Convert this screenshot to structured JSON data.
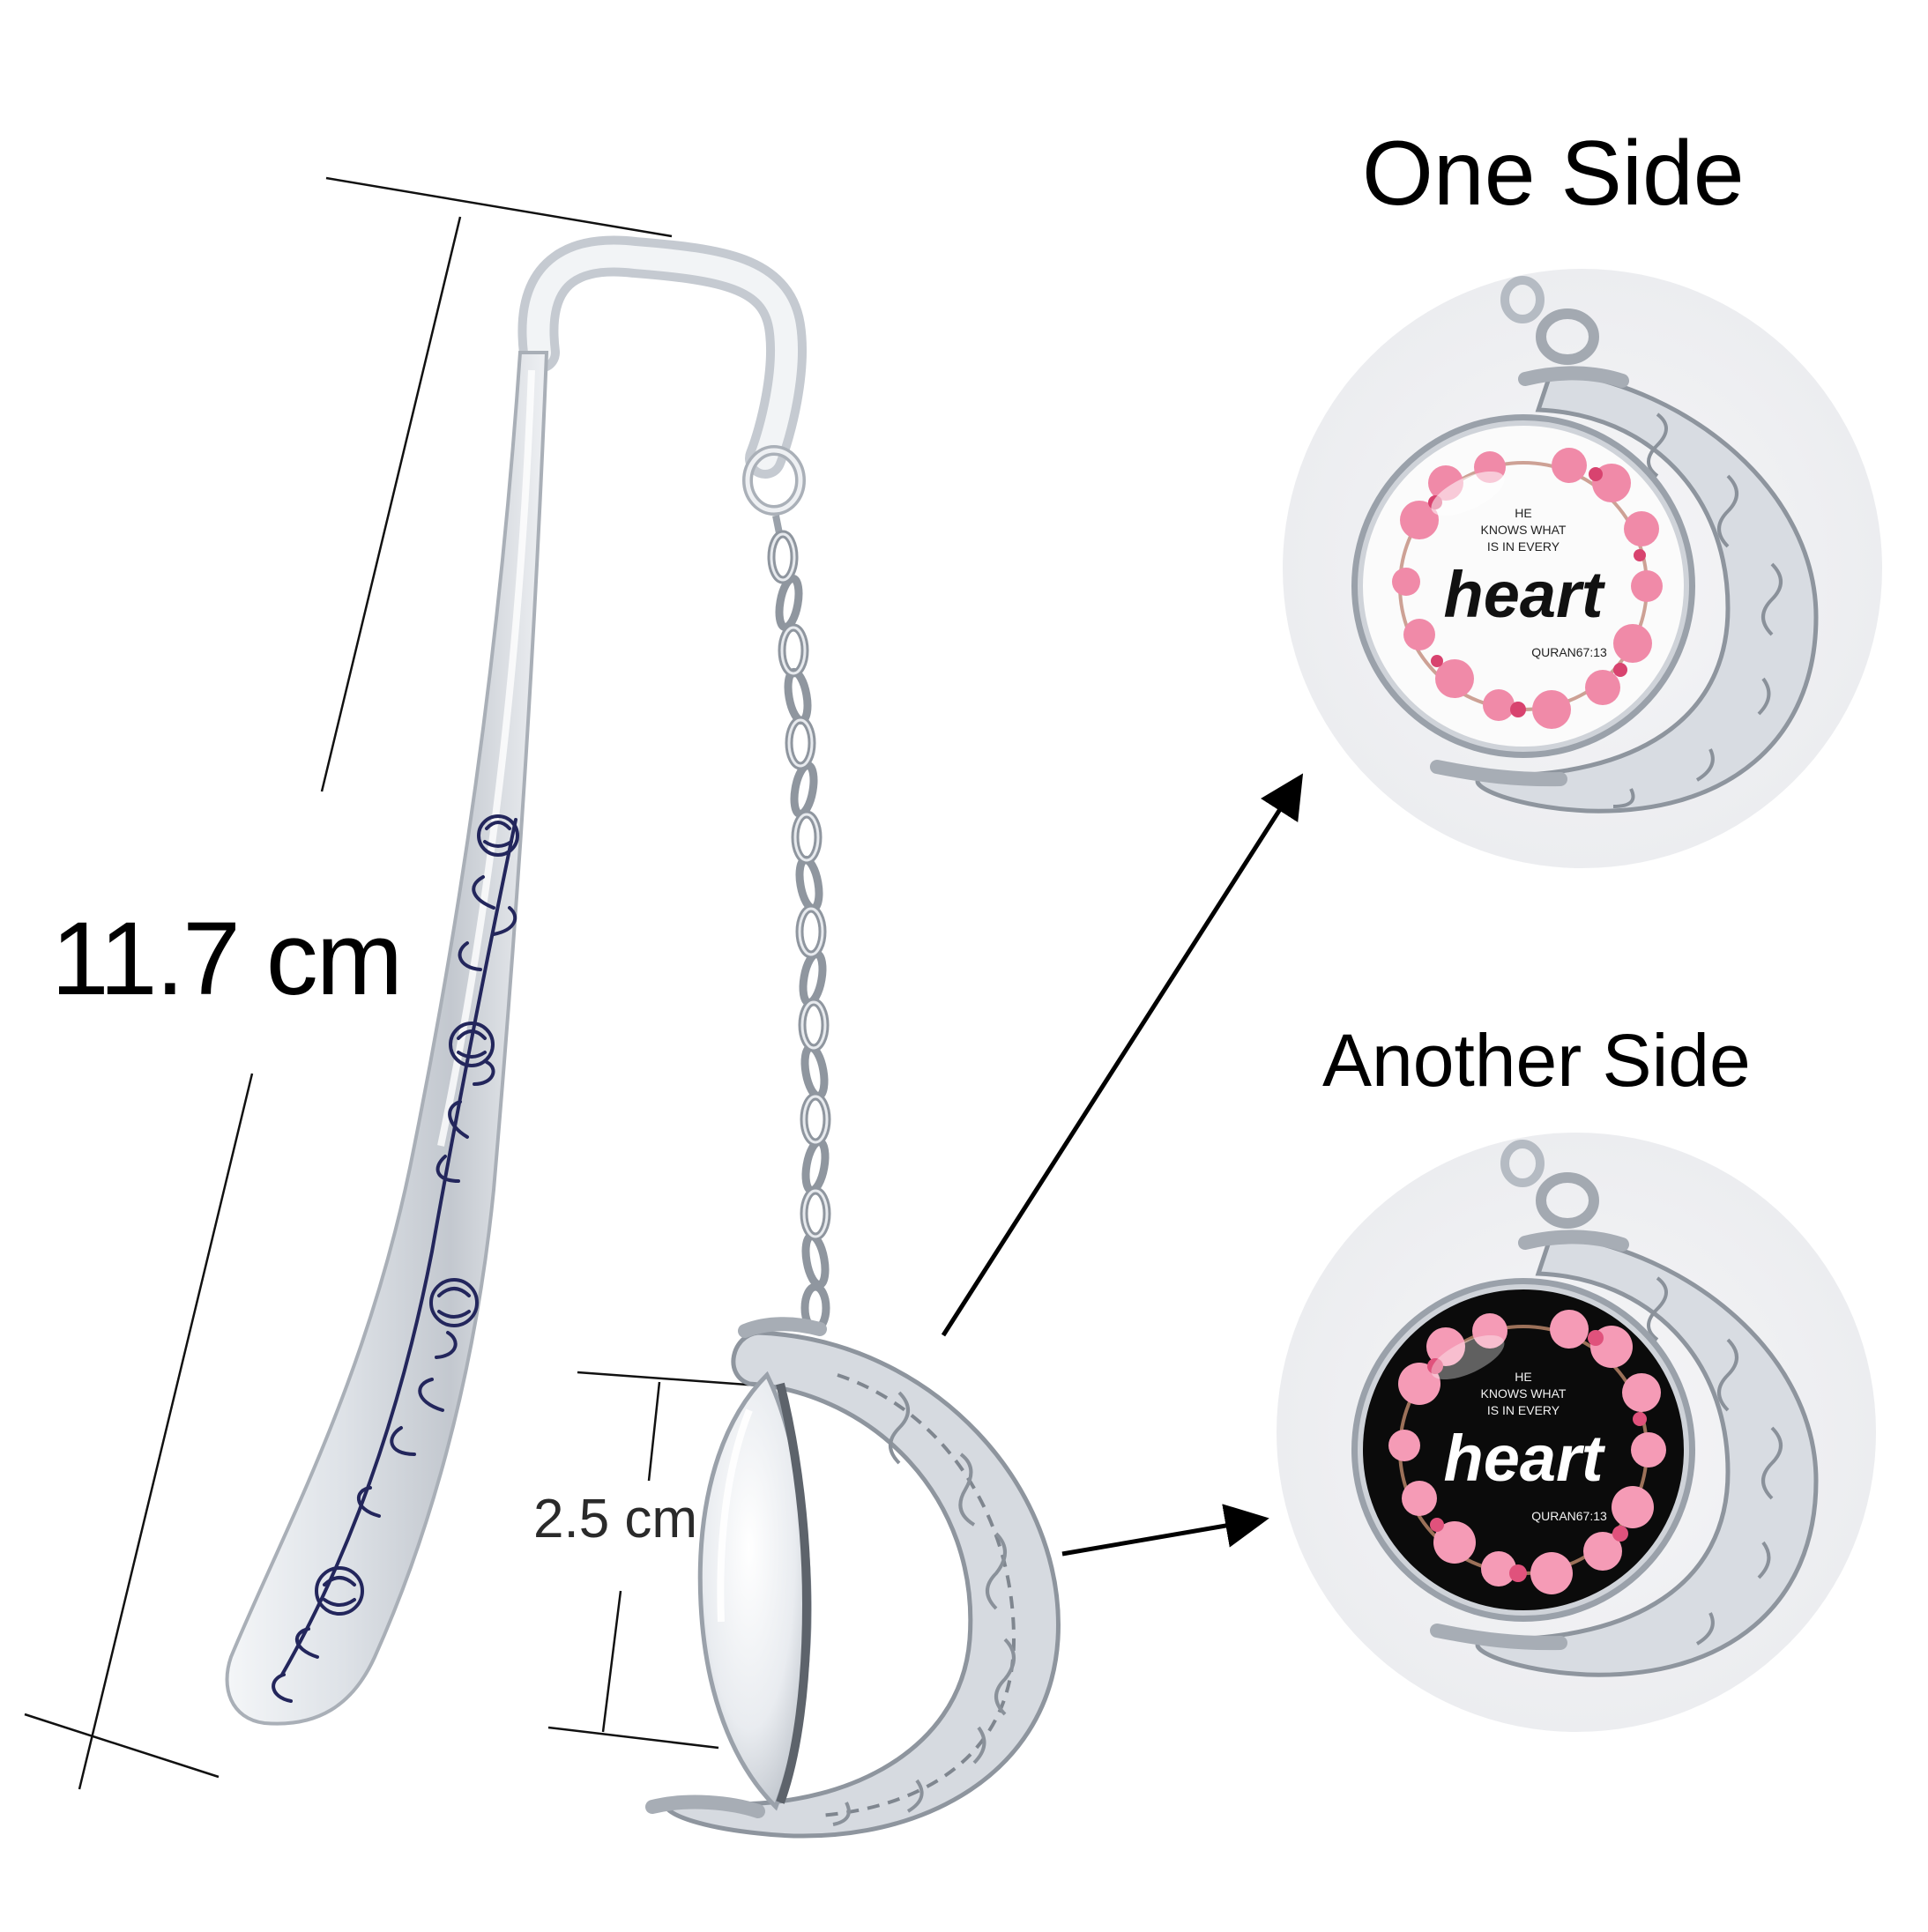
{
  "dimensions": {
    "length_label": "11.7 cm",
    "diameter_label": "2.5 cm"
  },
  "views": {
    "one_side_label": "One Side",
    "another_side_label": "Another Side"
  },
  "pendant_text": {
    "line1": "HE",
    "line2": "KNOWS WHAT",
    "line3": "IS IN EVERY",
    "script_word": "heart",
    "reference": "QURAN67:13"
  },
  "colors": {
    "silver": "#d9dde3",
    "silver_dark": "#9aa1aa",
    "flower_pink": "#f08aa8",
    "flower_deep": "#d8436f",
    "dark_face": "#0b0b0b",
    "light_face": "#fbfbfb",
    "engraving": "#23265c"
  }
}
